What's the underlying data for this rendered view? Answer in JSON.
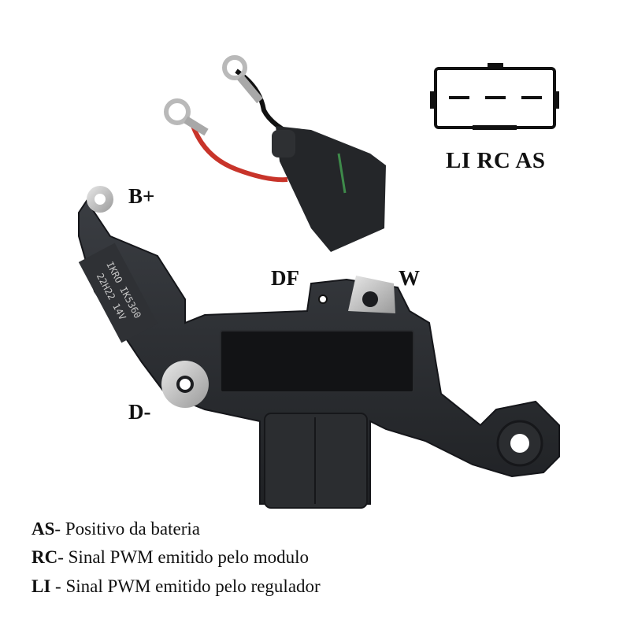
{
  "connector_diagram": {
    "pins_label": "LI RC AS"
  },
  "product": {
    "terminal_labels": {
      "b_plus": "B+",
      "df": "DF",
      "w": "W",
      "d_minus": "D-"
    },
    "body_marking": {
      "line1": "IKRO IK5360",
      "line2": "22H22 14V"
    },
    "wire_colors": [
      "#111111",
      "#c8342a"
    ],
    "body_color": "#2b2d30"
  },
  "legend": [
    {
      "code": "AS",
      "text": "- Positivo da bateria"
    },
    {
      "code": "RC",
      "text": "- Sinal PWM emitido pelo modulo"
    },
    {
      "code": "LI",
      "text": " - Sinal PWM emitido pelo regulador"
    }
  ]
}
